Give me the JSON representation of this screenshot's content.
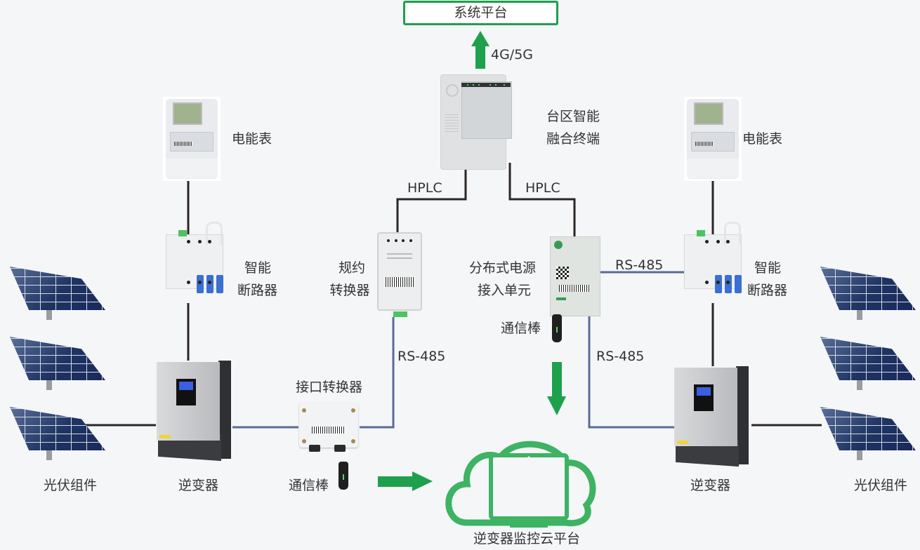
{
  "title": "系统平台",
  "uplink_label": "4G/5G",
  "colors": {
    "accent_green": "#1fa04d",
    "cloud_green": "#3db363",
    "rs485_line": "#5a6b96",
    "power_line": "#2b2624",
    "background": "#f4f6f8"
  },
  "nodes": {
    "fusion_terminal": {
      "line1": "台区智能",
      "line2": "融合终端"
    },
    "protocol_converter": {
      "line1": "规约",
      "line2": "转换器"
    },
    "dpu": {
      "line1": "分布式电源",
      "line2": "接入单元"
    },
    "interface_converter": "接口转换器",
    "cloud": "逆变器监控云平台",
    "left": {
      "meter": "电能表",
      "breaker_line1": "智能",
      "breaker_line2": "断路器",
      "inverter": "逆变器",
      "pv": "光伏组件"
    },
    "right": {
      "meter": "电能表",
      "breaker_line1": "智能",
      "breaker_line2": "断路器",
      "inverter": "逆变器",
      "pv": "光伏组件"
    },
    "comm_stick_left": "通信棒",
    "comm_stick_right": "通信棒"
  },
  "links": {
    "hplc_left": "HPLC",
    "hplc_right": "HPLC",
    "rs485_converter": "RS-485",
    "rs485_dpu_breaker": "RS-485",
    "rs485_dpu_inverter": "RS-485"
  }
}
